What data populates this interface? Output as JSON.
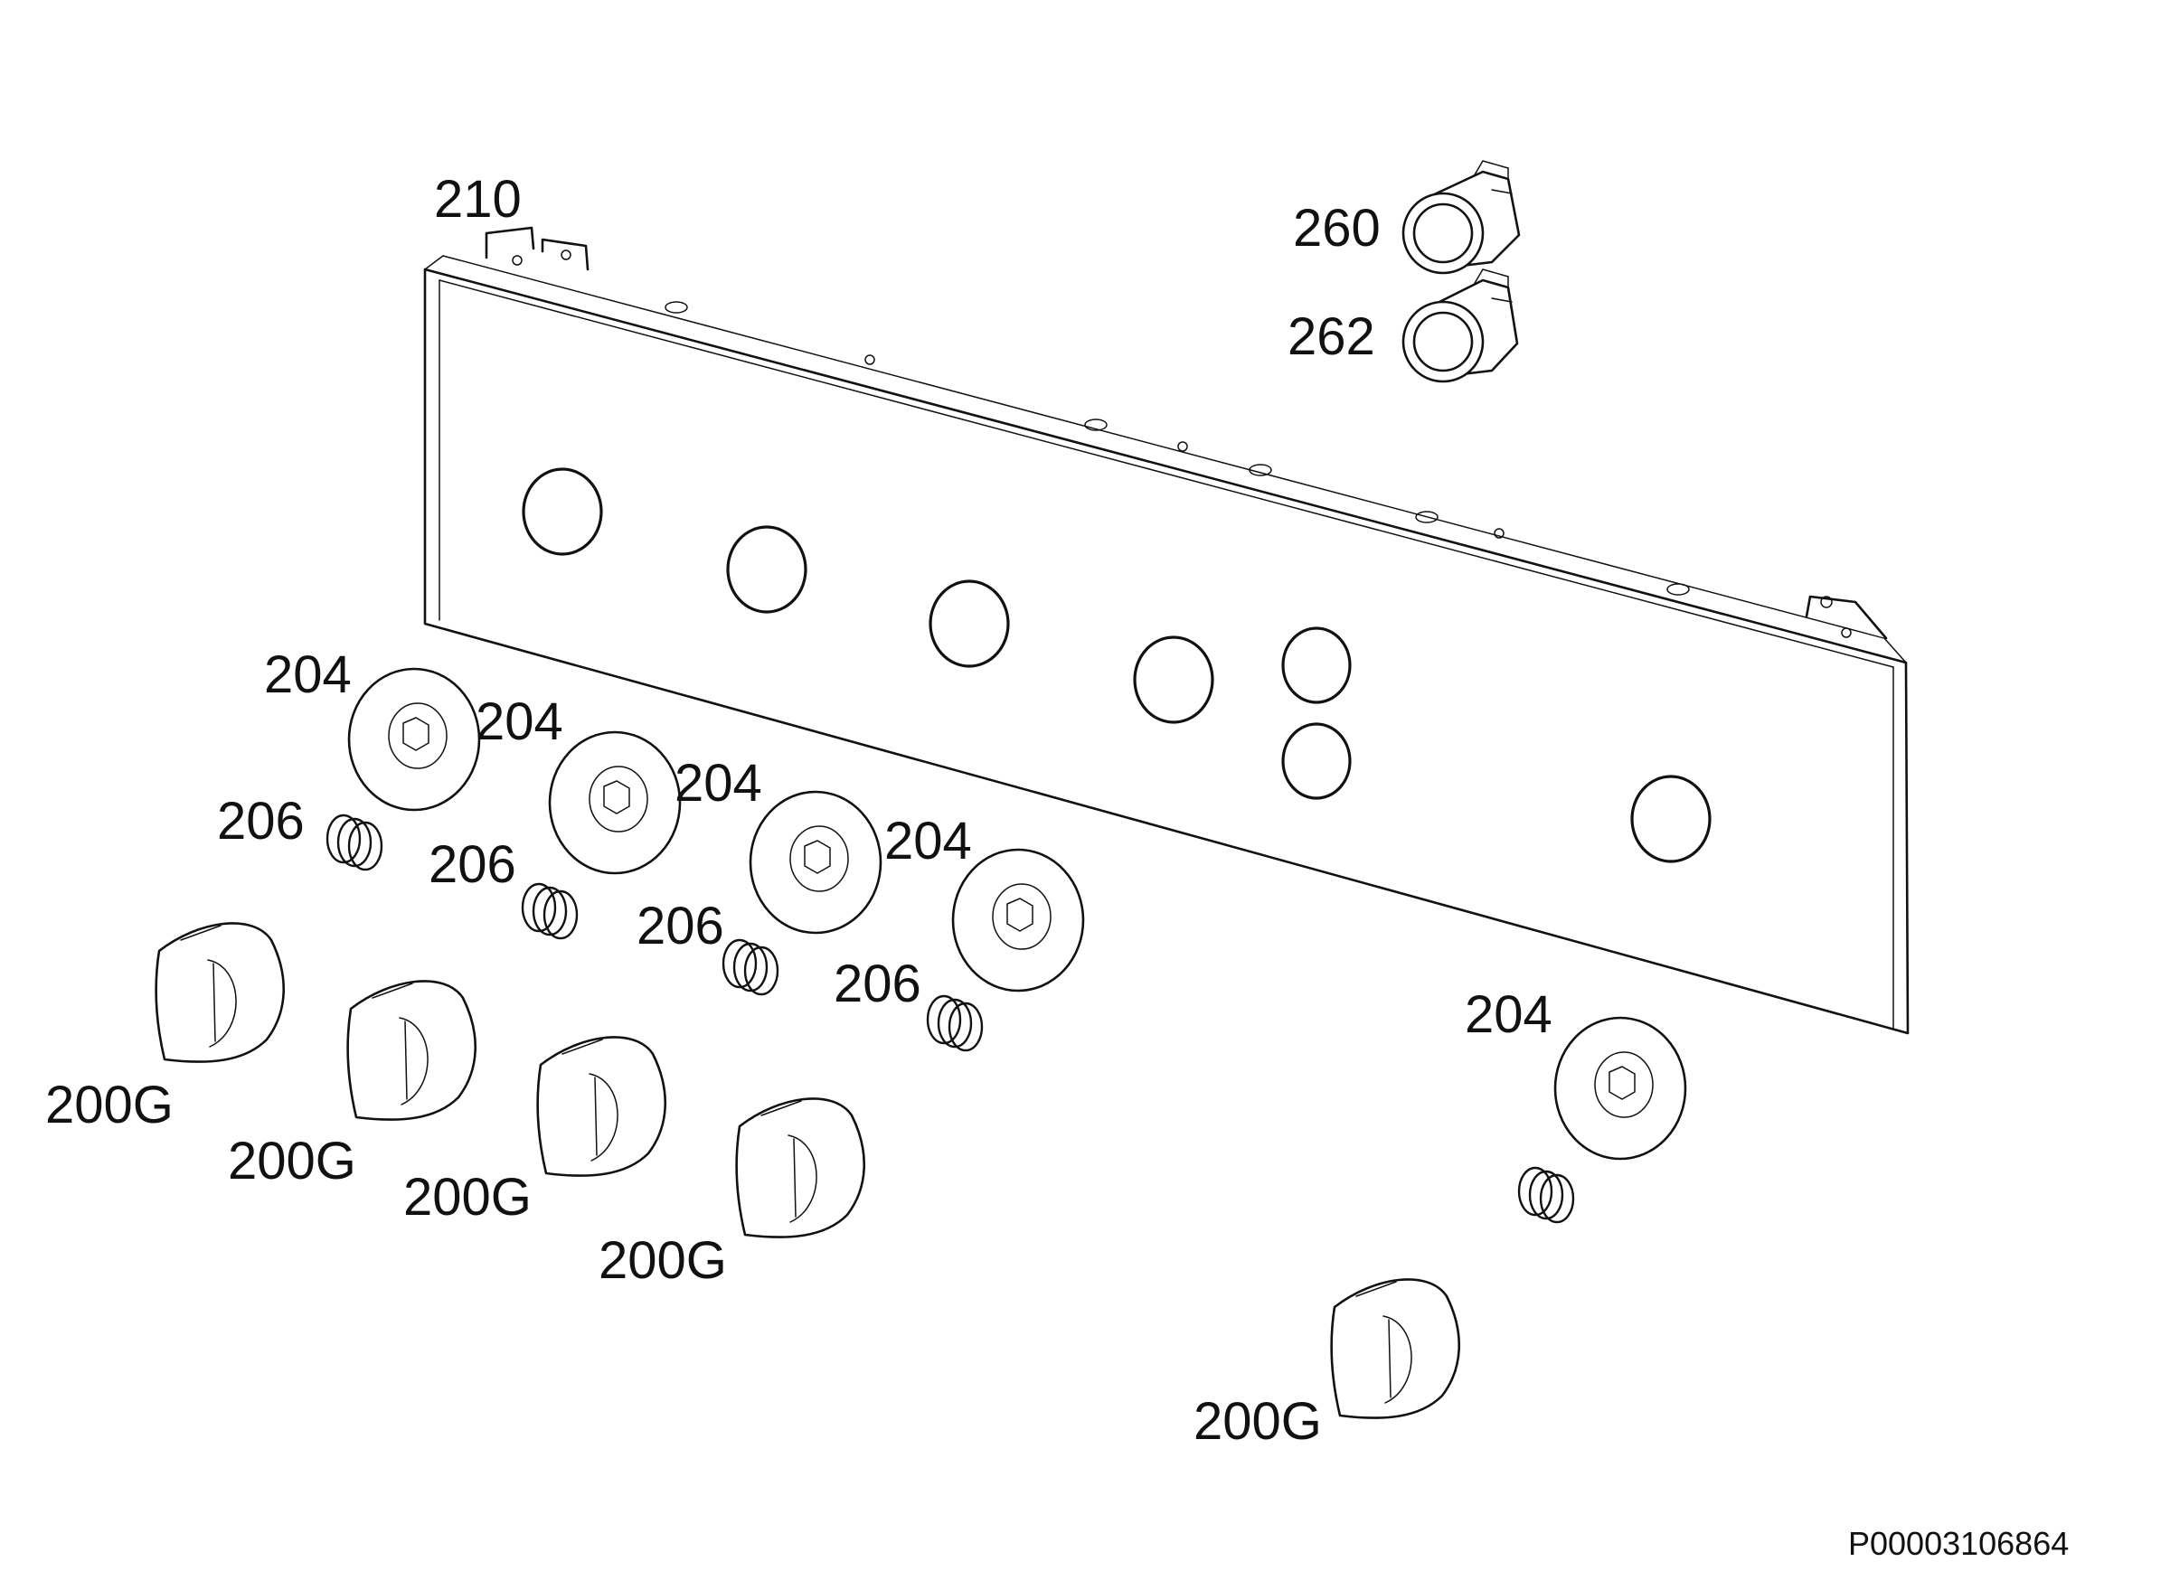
{
  "diagram": {
    "part_labels": {
      "panel": "210",
      "lamp_upper": "260",
      "lamp_lower": "262",
      "knob_bezel": "204",
      "spring": "206",
      "knob": "200G"
    },
    "document_code": "P00003106864"
  }
}
